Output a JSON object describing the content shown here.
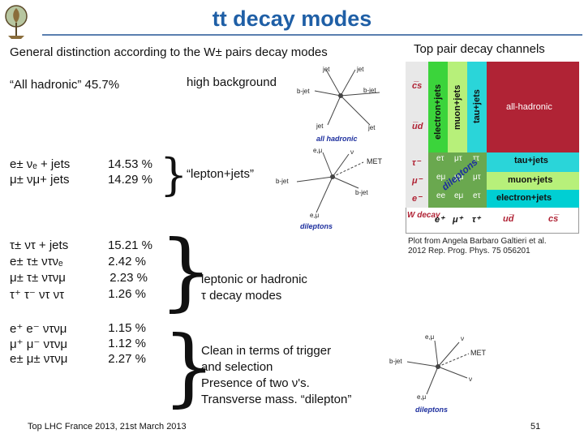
{
  "header": {
    "title": "tt decay modes",
    "subtitle": "General distinction according to the W± pairs decay modes",
    "right_title": "Top pair decay channels"
  },
  "rows": [
    {
      "labels": [
        "“All hadronic”  45.7%"
      ],
      "values": [],
      "note": "high background"
    },
    {
      "labels": [
        "e± νₑ + jets",
        "μ± νμ+ jets"
      ],
      "values": [
        "14.53 %",
        "14.29 %"
      ],
      "note": "“lepton+jets”"
    },
    {
      "labels": [
        "τ± ντ + jets",
        "e± τ± ντνₑ",
        "μ± τ± ντνμ",
        "τ⁺ τ⁻ ντ ντ"
      ],
      "values": [
        "15.21 %",
        "2.42 %",
        "2.23 %",
        "1.26 %"
      ],
      "note": [
        "leptonic or hadronic",
        "τ decay modes"
      ]
    },
    {
      "labels": [
        "e⁺ e⁻ ντνμ",
        "μ⁺ μ⁻ ντνμ",
        "e± μ± ντνμ"
      ],
      "values": [
        "1.15 %",
        "1.12 %",
        "2.27 %"
      ],
      "note": [
        "Clean in terms of trigger",
        "and selection",
        "Presence of two ν's.",
        "Transverse mass. “dilepton”"
      ]
    }
  ],
  "diagrams": {
    "hadronic": {
      "labels": [
        "jet",
        "jet",
        "b-jet",
        "jet",
        "b-jet",
        "jet"
      ],
      "caption": "all hadronic"
    },
    "leptonjets": {
      "labels": [
        "e,μ",
        "ν",
        "MET",
        "b-jet",
        "b-jet",
        "e,μ"
      ],
      "caption": "dileptons"
    },
    "dilepton": {
      "labels": [
        "e,μ",
        "ν",
        "MET",
        "b-jet",
        "ν",
        "e,μ"
      ],
      "caption": "dileptons"
    }
  },
  "decay_grid": {
    "row_labels": [
      "c̅s",
      "u̅d",
      "τ⁻",
      "μ⁻",
      "e⁻"
    ],
    "col_labels": [
      "e⁺",
      "μ⁺",
      "τ⁺",
      "ud̅",
      "cs̅"
    ],
    "corner_label": "W decay",
    "bands": [
      "electron+jets",
      "muon+jets",
      "tau+jets",
      "all-hadronic",
      "tau+jets",
      "muon+jets",
      "electron+jets"
    ],
    "dilepton_cells": [
      "eτ",
      "μτ",
      "ττ",
      "eμ",
      "μμ",
      "μτ",
      "ee",
      "eμ",
      "eτ"
    ],
    "dilepton_label": "dileptons",
    "colors": {
      "electron": "#3bd43b",
      "muon": "#b7f07a",
      "tau": "#2ad5d9",
      "allhad": "#b02335",
      "dilepton": "#6aa84f",
      "electron_row": "#00cfd3"
    }
  },
  "credit": [
    "Plot from Angela Barbaro Galtieri et al.",
    "2012 Rep. Prog. Phys. 75 056201"
  ],
  "footer": {
    "left": "Top LHC France 2013, 21st March 2013",
    "page": "51"
  }
}
